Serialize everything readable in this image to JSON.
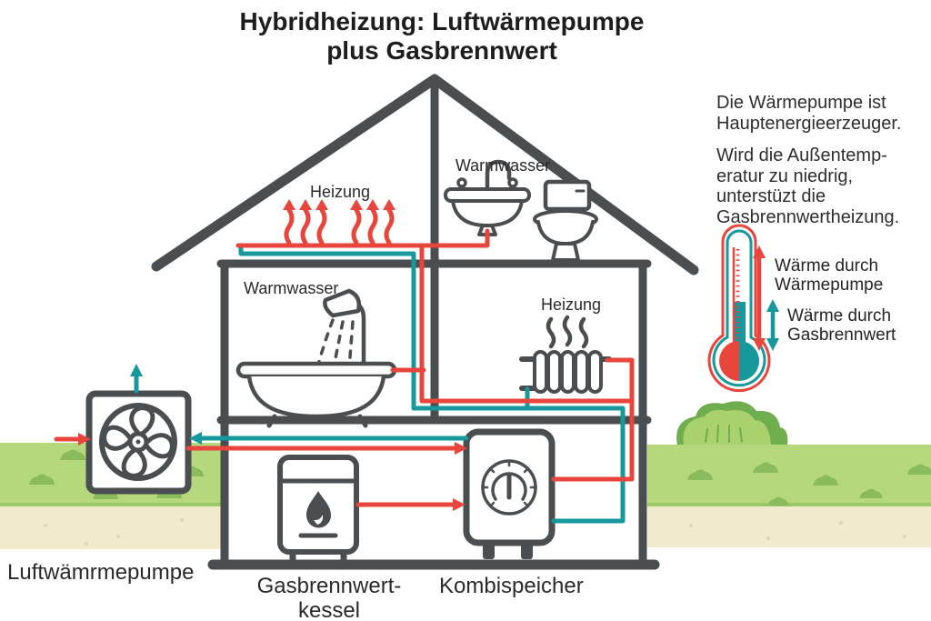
{
  "title": {
    "line1": "Hybridheizung: Luftwärmepumpe",
    "line2": "plus Gasbrennwert"
  },
  "house": {
    "attic": {
      "heizung_label": "Heizung",
      "warmwasser_label": "Warmwasser"
    },
    "middle_floor": {
      "warmwasser_label": "Warmwasser",
      "heizung_label": "Heizung"
    }
  },
  "equipment_labels": {
    "heat_pump": "Luftwämrmepumpe",
    "gas_boiler_line1": "Gasbrennwert-",
    "gas_boiler_line2": "kessel",
    "combi_storage": "Kombispeicher"
  },
  "info_panel": {
    "paragraph1": [
      "Die Wärmepumpe ist",
      "Hauptenergieerzeuger."
    ],
    "paragraph2": [
      "Wird die Außentemp-",
      "eratur zu niedrig,",
      "unterstüzt die",
      "Gasbrennwertheizung."
    ]
  },
  "legend": {
    "heat_pump_arrow": [
      "Wärme durch",
      "Wärmepumpe"
    ],
    "gas_arrow": [
      "Wärme durch",
      "Gasbrennwert"
    ]
  },
  "icons": {
    "heat_pump": "fan-icon",
    "gas_boiler": "flame-icon",
    "combi_storage": "gauge-icon",
    "bathroom_top": "sink-icon, toilet-icon",
    "bathroom_middle": "bathtub-shower-icon",
    "heating": "radiator-icon",
    "legend": "thermometer-icon"
  },
  "colors": {
    "red": "#e8453c",
    "teal": "#17989c",
    "wall": "#4a4e50",
    "grass": "#b5d87c",
    "grass_accent": "#8abc5e",
    "grass_edge": "#9cc768",
    "bush_dark": "#6fae4e",
    "bush_light": "#a9d16e",
    "sand": "#f1ebcd",
    "text": "#222222"
  }
}
